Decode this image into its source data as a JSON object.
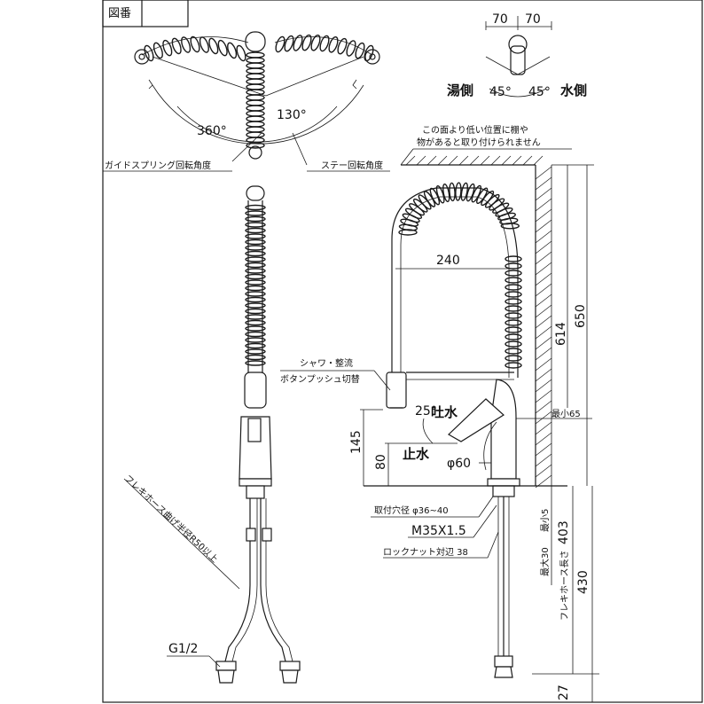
{
  "header": {
    "label": "図番"
  },
  "top_view": {
    "angle_spring": "360°",
    "angle_stay": "130°",
    "label_spring": "ガイドスプリング回転角度",
    "label_stay": "ステー回転角度"
  },
  "handle_view": {
    "dim_left": "70",
    "dim_right": "70",
    "angle_left": "45°",
    "angle_right": "45°",
    "hot_side": "湯側",
    "cold_side": "水側"
  },
  "wall_note": {
    "line1": "この面より低い位置に棚や",
    "line2": "物があると取り付けられません"
  },
  "side_view": {
    "dim_reach": "240",
    "dim_614": "614",
    "dim_650": "650",
    "min_65": "最小65",
    "shower_line1": "シャワ・整流",
    "shower_line2": "ボタンプッシュ切替",
    "water_out": "吐水",
    "water_stop": "止水",
    "angle_25": "25°",
    "dim_145": "145",
    "dim_80": "80",
    "dia_60": "φ60",
    "hole_dia": "取付穴径 φ36~40",
    "thread": "M35X1.5",
    "lock_nut": "ロックナット対辺 38",
    "max_30": "最大30",
    "min_5": "最小5",
    "hose_len_label": "フレキホース長さ",
    "dim_403": "403",
    "dim_430": "430",
    "dim_27": "27"
  },
  "front_view": {
    "hose_radius": "フレキホース曲げ半径R50以上",
    "g_thread": "G1/2"
  }
}
